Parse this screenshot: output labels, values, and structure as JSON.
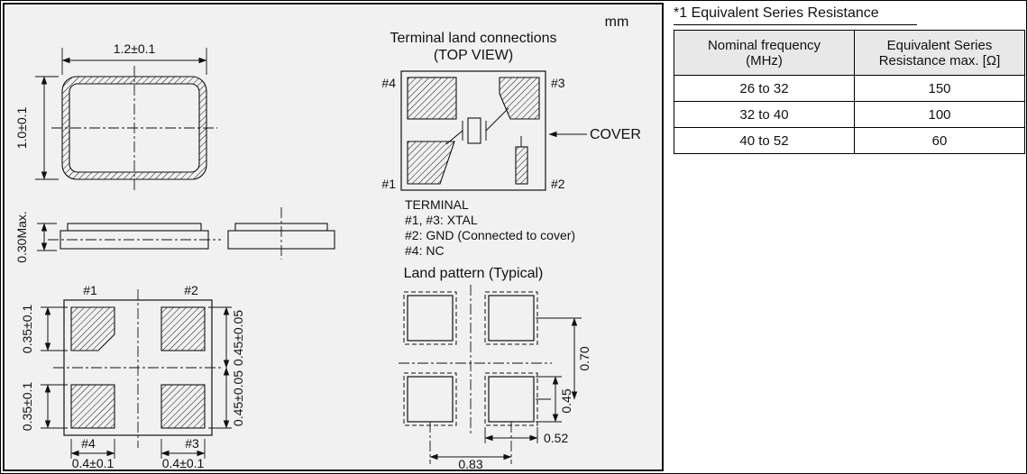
{
  "panel": {
    "unit": "mm"
  },
  "package_top_view": {
    "dim_width": "1.2±0.1",
    "dim_height": "1.0±0.1"
  },
  "package_side_view": {
    "dim_height": "0.30Max."
  },
  "package_bottom_view": {
    "label_pad1": "#1",
    "label_pad2": "#2",
    "label_pad3": "#3",
    "label_pad4": "#4",
    "dim_pad_height_upper": "0.35±0.1",
    "dim_pad_height_lower": "0.35±0.1",
    "dim_pad_width_left": "0.4±0.1",
    "dim_pad_width_right": "0.4±0.1",
    "dim_right_upper": "0.45±0.05",
    "dim_right_lower": "0.45±0.05"
  },
  "terminal_land_connections": {
    "title": "Terminal land connections",
    "subtitle": "(TOP VIEW)",
    "label_pad1": "#1",
    "label_pad2": "#2",
    "label_pad3": "#3",
    "label_pad4": "#4",
    "cover_label": "COVER",
    "legend_title": "TERMINAL",
    "legend_xtal": "#1, #3: XTAL",
    "legend_gnd": "#2: GND (Connected to cover)",
    "legend_nc": "#4: NC"
  },
  "land_pattern": {
    "title": "Land pattern (Typical)",
    "dim_pad": "0.45",
    "dim_pitch_vertical": "0.70",
    "dim_terminal": "0.52",
    "dim_pitch_horizontal": "0.83"
  },
  "esr_table": {
    "title": "*1 Equivalent Series Resistance",
    "col1_header": "Nominal frequency\n(MHz)",
    "col2_header": "Equivalent Series\nResistance max. [Ω]",
    "rows": [
      {
        "frequency": "26 to 32",
        "resistance": "150"
      },
      {
        "frequency": "32 to 40",
        "resistance": "100"
      },
      {
        "frequency": "40 to 52",
        "resistance": "60"
      }
    ]
  }
}
